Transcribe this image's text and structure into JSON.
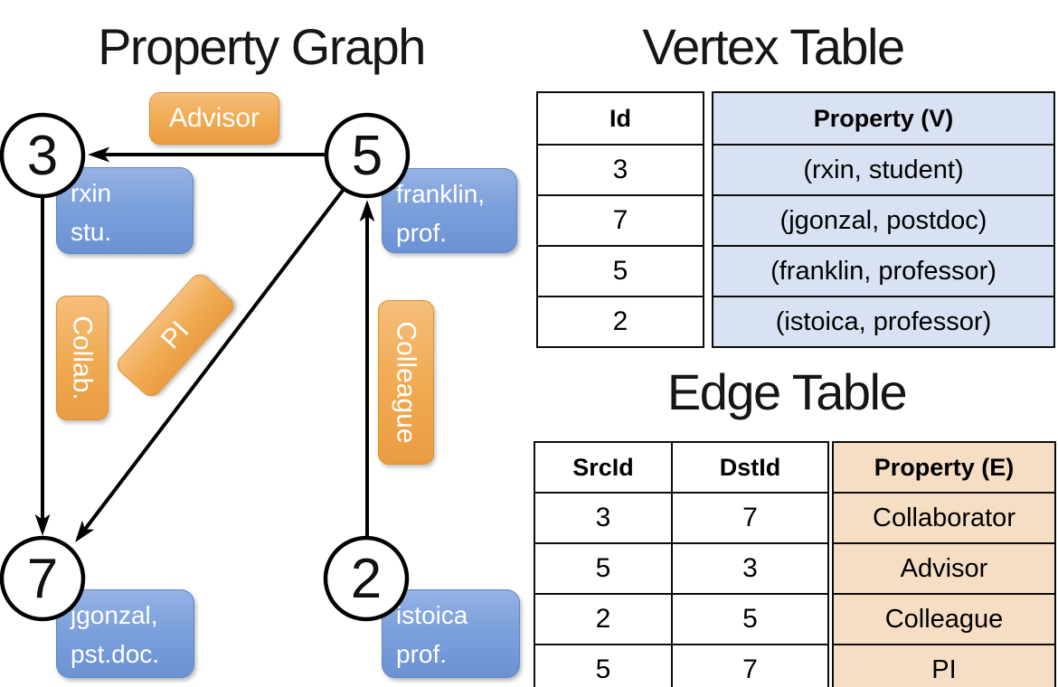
{
  "graph": {
    "title": "Property Graph",
    "nodes": {
      "n3": {
        "id": "3",
        "line1": "rxin",
        "line2": "stu."
      },
      "n5": {
        "id": "5",
        "line1": "franklin,",
        "line2": "prof."
      },
      "n7": {
        "id": "7",
        "line1": "jgonzal,",
        "line2": "pst.doc."
      },
      "n2": {
        "id": "2",
        "line1": "istoica",
        "line2": "prof."
      }
    },
    "edge_labels": {
      "advisor": "Advisor",
      "collab": "Collab.",
      "pi": "PI",
      "colleague": "Colleague"
    }
  },
  "vertex_table": {
    "title": "Vertex Table",
    "columns": [
      "Id",
      "Property (V)"
    ],
    "rows": [
      [
        "3",
        "(rxin, student)"
      ],
      [
        "7",
        "(jgonzal, postdoc)"
      ],
      [
        "5",
        "(franklin, professor)"
      ],
      [
        "2",
        "(istoica, professor)"
      ]
    ]
  },
  "edge_table": {
    "title": "Edge Table",
    "columns": [
      "SrcId",
      "DstId",
      "Property (E)"
    ],
    "rows": [
      [
        "3",
        "7",
        "Collaborator"
      ],
      [
        "5",
        "3",
        "Advisor"
      ],
      [
        "2",
        "5",
        "Colleague"
      ],
      [
        "5",
        "7",
        "PI"
      ]
    ]
  },
  "colors": {
    "edge_label_orange": "#F0AB53",
    "vertex_property_blue": "#7CA0DB",
    "vertex_table_fill": "#D9E2F3",
    "edge_table_fill": "#F5DEC3",
    "line_black": "#000000",
    "node_fill": "#FFFFFF"
  }
}
